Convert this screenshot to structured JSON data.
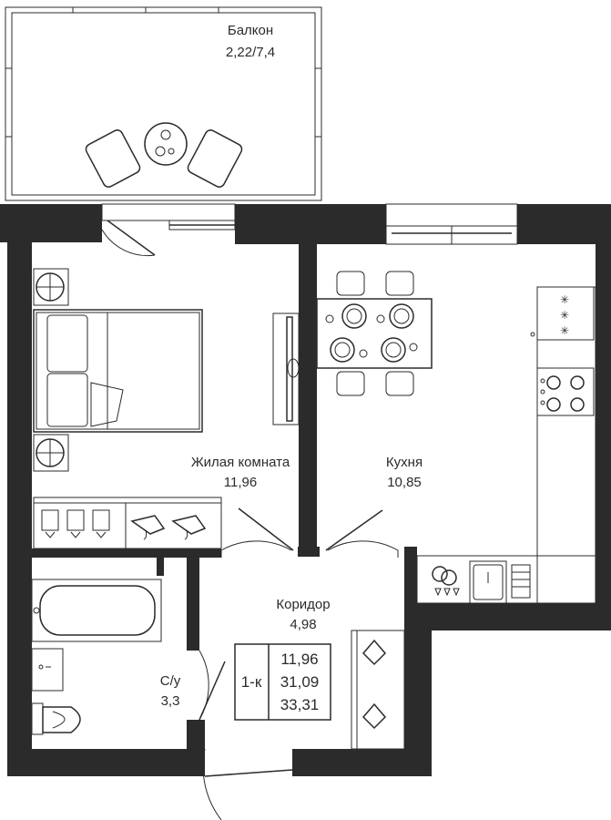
{
  "rooms": {
    "balcony": {
      "name": "Балкон",
      "area": "2,22/7,4"
    },
    "living": {
      "name": "Жилая комната",
      "area": "11,96"
    },
    "kitchen": {
      "name": "Кухня",
      "area": "10,85"
    },
    "corridor": {
      "name": "Коридор",
      "area": "4,98"
    },
    "bathroom": {
      "name": "С/у",
      "area": "3,3"
    }
  },
  "summary": {
    "type": "1-к",
    "living_area": "11,96",
    "total_area": "31,09",
    "area_with_balcony": "33,31"
  }
}
